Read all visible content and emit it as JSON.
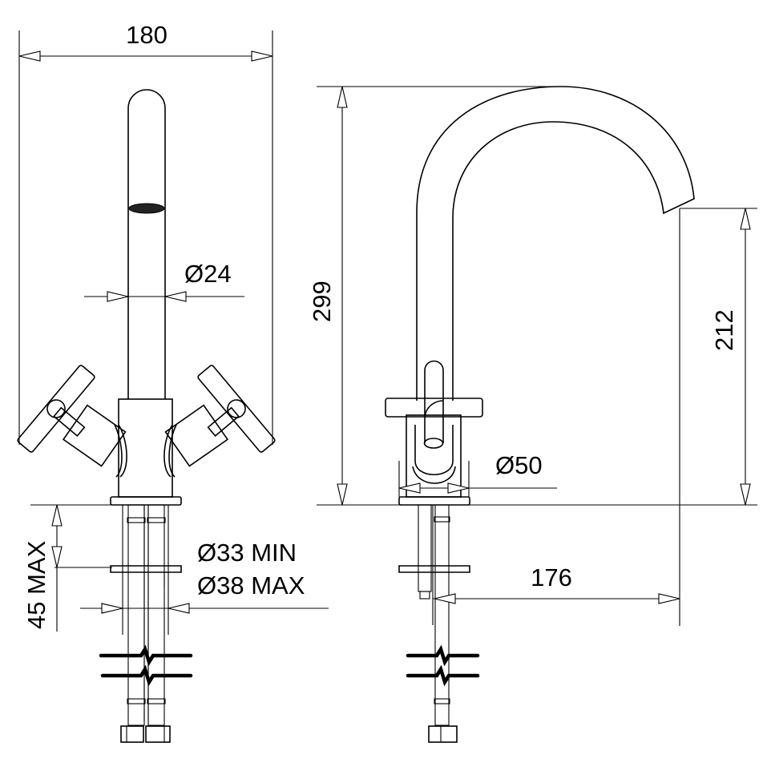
{
  "front_view": {
    "width_dim": "180",
    "spout_diameter": "Ø24",
    "mount_height": "45 MAX",
    "hole_min": "Ø33 MIN",
    "hole_max": "Ø38 MAX"
  },
  "side_view": {
    "total_height": "299",
    "spout_height": "212",
    "base_diameter": "Ø50",
    "spout_reach": "176"
  }
}
